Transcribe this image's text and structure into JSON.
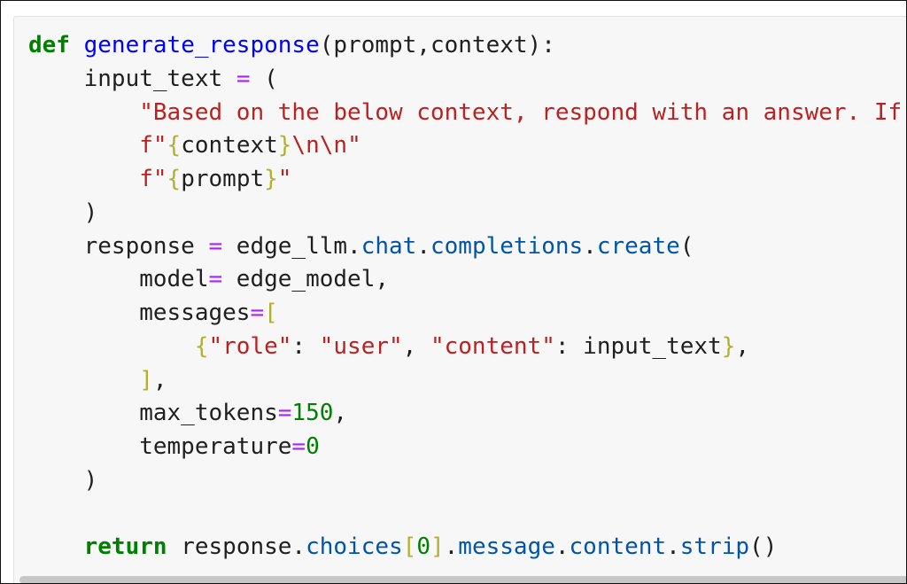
{
  "code": {
    "lines": [
      [
        {
          "t": "def",
          "c": "kw"
        },
        {
          "t": " "
        },
        {
          "t": "generate_response",
          "c": "fn"
        },
        {
          "t": "(prompt,context):"
        }
      ],
      [
        {
          "t": "    input_text "
        },
        {
          "t": "=",
          "c": "op"
        },
        {
          "t": " ("
        }
      ],
      [
        {
          "t": "        "
        },
        {
          "t": "\"Based on the below context, respond with an answer. If the answer is not in the context, say you don't know.\"",
          "c": "str"
        }
      ],
      [
        {
          "t": "        "
        },
        {
          "t": "f\"",
          "c": "str"
        },
        {
          "t": "{",
          "c": "pun"
        },
        {
          "t": "context"
        },
        {
          "t": "}",
          "c": "pun"
        },
        {
          "t": "\\n\\n",
          "c": "str"
        },
        {
          "t": "\"",
          "c": "str"
        }
      ],
      [
        {
          "t": "        "
        },
        {
          "t": "f\"",
          "c": "str"
        },
        {
          "t": "{",
          "c": "pun"
        },
        {
          "t": "prompt"
        },
        {
          "t": "}",
          "c": "pun"
        },
        {
          "t": "\"",
          "c": "str"
        }
      ],
      [
        {
          "t": "    )"
        }
      ],
      [
        {
          "t": "    response "
        },
        {
          "t": "=",
          "c": "op"
        },
        {
          "t": " edge_llm."
        },
        {
          "t": "chat",
          "c": "attr"
        },
        {
          "t": "."
        },
        {
          "t": "completions",
          "c": "attr"
        },
        {
          "t": "."
        },
        {
          "t": "create",
          "c": "attr"
        },
        {
          "t": "("
        }
      ],
      [
        {
          "t": "        model"
        },
        {
          "t": "=",
          "c": "op"
        },
        {
          "t": " edge_model,"
        }
      ],
      [
        {
          "t": "        messages"
        },
        {
          "t": "=",
          "c": "op"
        },
        {
          "t": "[",
          "c": "pun"
        }
      ],
      [
        {
          "t": "            "
        },
        {
          "t": "{",
          "c": "pun"
        },
        {
          "t": "\"role\"",
          "c": "str"
        },
        {
          "t": ": "
        },
        {
          "t": "\"user\"",
          "c": "str"
        },
        {
          "t": ", "
        },
        {
          "t": "\"content\"",
          "c": "str"
        },
        {
          "t": ": input_text"
        },
        {
          "t": "}",
          "c": "pun"
        },
        {
          "t": ","
        }
      ],
      [
        {
          "t": "        "
        },
        {
          "t": "]",
          "c": "pun"
        },
        {
          "t": ","
        }
      ],
      [
        {
          "t": "        max_tokens"
        },
        {
          "t": "=",
          "c": "op"
        },
        {
          "t": "150",
          "c": "num"
        },
        {
          "t": ","
        }
      ],
      [
        {
          "t": "        temperature"
        },
        {
          "t": "=",
          "c": "op"
        },
        {
          "t": "0",
          "c": "num"
        }
      ],
      [
        {
          "t": "    )"
        }
      ],
      [
        {
          "t": ""
        }
      ],
      [
        {
          "t": "    "
        },
        {
          "t": "return",
          "c": "kw"
        },
        {
          "t": " response."
        },
        {
          "t": "choices",
          "c": "attr"
        },
        {
          "t": "[",
          "c": "pun"
        },
        {
          "t": "0",
          "c": "num"
        },
        {
          "t": "]",
          "c": "pun"
        },
        {
          "t": "."
        },
        {
          "t": "message",
          "c": "attr"
        },
        {
          "t": "."
        },
        {
          "t": "content",
          "c": "attr"
        },
        {
          "t": "."
        },
        {
          "t": "strip",
          "c": "attr"
        },
        {
          "t": "()"
        }
      ]
    ]
  }
}
